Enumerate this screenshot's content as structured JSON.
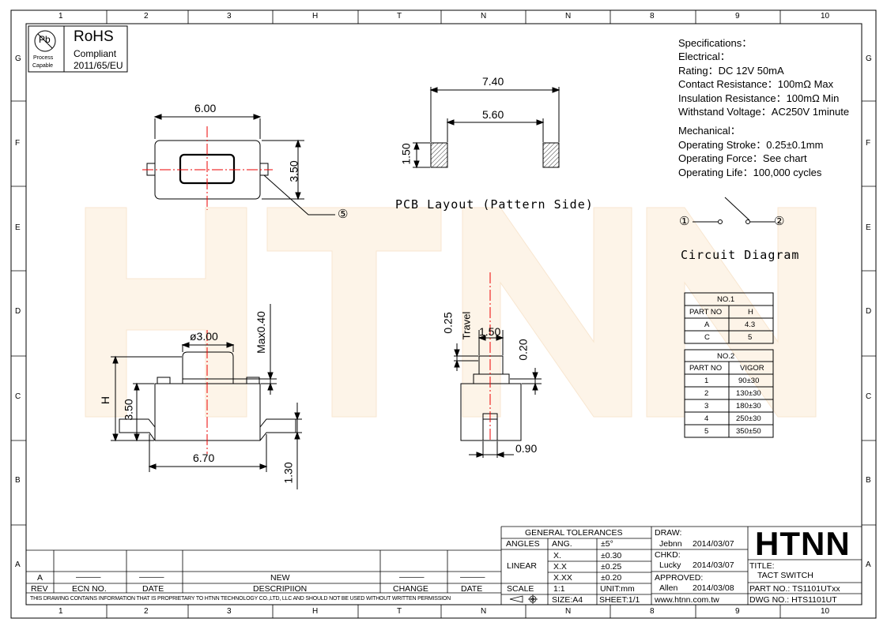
{
  "frame": {
    "col_labels": [
      "1",
      "2",
      "3",
      "H",
      "T",
      "N",
      "N",
      "8",
      "9",
      "10"
    ],
    "row_labels": [
      "G",
      "F",
      "E",
      "D",
      "C",
      "B",
      "A"
    ]
  },
  "rohs": {
    "pb_symbol": "Pb",
    "process_label_1": "Process",
    "process_label_2": "Capable",
    "title": "RoHS",
    "line2": "Compliant",
    "line3": "2011/65/EU"
  },
  "watermark": "HTNN",
  "specifications": {
    "heading": "Specifications：",
    "lines": [
      "Electrical：",
      "Rating：DC 12V 50mA",
      "Contact Resistance：100mΩ Max",
      "Insulation Resistance：100mΩ Min",
      "Withstand Voltage：AC250V 1minute"
    ],
    "mech_heading": "Mechanical：",
    "mech_lines": [
      "Operating Stroke：0.25±0.1mm",
      "Operating Force：See chart",
      "Operating Life：100,000 cycles"
    ]
  },
  "top_view": {
    "width": "6.00",
    "height": "3.50",
    "callout": "⑤"
  },
  "pcb_layout": {
    "outer": "7.40",
    "inner": "5.60",
    "pad_height": "1.50",
    "title": "PCB Layout (Pattern Side)"
  },
  "circuit": {
    "pin1": "①",
    "pin2": "②",
    "title": "Circuit Diagram"
  },
  "front_view": {
    "dia": "ø3.00",
    "max": "Max0.40",
    "h": "H",
    "body": "3.50",
    "width": "6.70",
    "base": "1.30"
  },
  "side_view": {
    "travel_val": "0.25",
    "travel_label": "Travel",
    "stem_w": "1.50",
    "gap": "0.20",
    "lead": "0.90"
  },
  "table_no1": {
    "title": "NO.1",
    "headers": [
      "PART NO",
      "H"
    ],
    "rows": [
      [
        "A",
        "4.3"
      ],
      [
        "C",
        "5"
      ]
    ]
  },
  "table_no2": {
    "title": "NO.2",
    "headers": [
      "PART NO",
      "VIGOR"
    ],
    "rows": [
      [
        "1",
        "90±30"
      ],
      [
        "2",
        "130±30"
      ],
      [
        "3",
        "180±30"
      ],
      [
        "4",
        "250±30"
      ],
      [
        "5",
        "350±50"
      ]
    ]
  },
  "revision": {
    "rev_a": "A",
    "dash": "———",
    "new": "NEW",
    "headers": [
      "REV",
      "ECN NO.",
      "DATE",
      "DESCRIPIION",
      "CHANGE",
      "DATE"
    ],
    "notice": "THIS DRAWING CONTAINS INFORMATION THAT IS PROPRIETARY TO HTNN TECHNOLOGY CO.,LTD, LLC AND SHOULD NOT BE USED WITHOUT WRITTEN PERMISSION"
  },
  "tolerances": {
    "title": "GENERAL TOLERANCES",
    "angles": "ANGLES",
    "ang": "ANG.",
    "ang_val": "±5°",
    "linear": "LINEAR",
    "x": "X.",
    "x_val": "±0.30",
    "xx": "X.X",
    "xx_val": "±0.25",
    "xxx": "X.XX",
    "xxx_val": "±0.20",
    "scale": "SCALE",
    "scale_val": "1:1",
    "unit": "UNIT:mm",
    "size": "SIZE:A4",
    "sheet": "SHEET:1/1"
  },
  "approvals": {
    "draw": "DRAW:",
    "draw_name": "Jebnn",
    "draw_date": "2014/03/07",
    "chkd": "CHKD:",
    "chkd_name": "Lucky",
    "chkd_date": "2014/03/07",
    "approved": "APPROVED:",
    "appr_name": "Allen",
    "appr_date": "2014/03/08",
    "website": "www.htnn.com.tw"
  },
  "title_block": {
    "logo": "HTNN",
    "title_label": "TITLE:",
    "title": "TACT SWITCH",
    "part_no": "PART NO.: TS1101UTxx",
    "dwg_no": "DWG  NO.: HTS1101UT"
  }
}
